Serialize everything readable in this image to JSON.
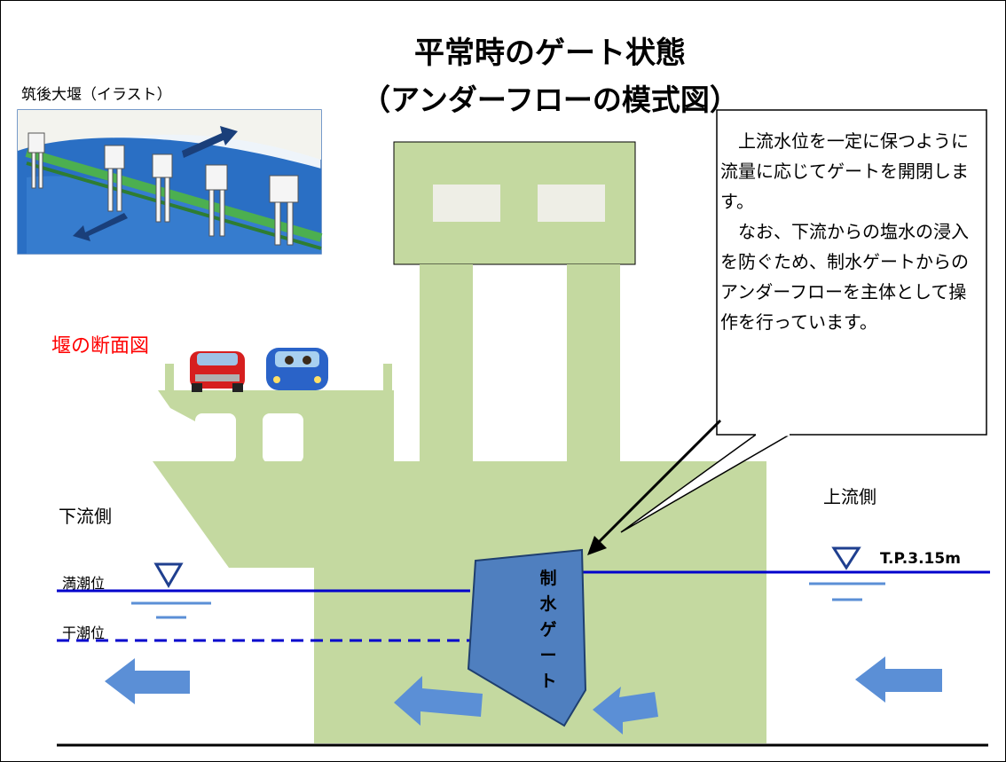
{
  "title_line1": "平常時のゲート状態",
  "title_line2": "（アンダーフローの模式図）",
  "illustration_caption": "筑後大堰（イラスト）",
  "section_label": "堰の断面図",
  "downstream_label": "下流側",
  "upstream_label": "上流側",
  "high_tide_label": "満潮位",
  "low_tide_label": "干潮位",
  "water_level_label": "T.P.3.15m",
  "gate_chars": [
    "制",
    "水",
    "ゲ",
    "ー",
    "ト"
  ],
  "callout_paragraph1": "上流水位を一定に保つように流量に応じてゲートを開閉します。",
  "callout_paragraph2": "なお、下流からの塩水の浸入を防ぐため、制水ゲートからのアンダーフローを主体として操作を行っています。",
  "colors": {
    "structure": "#c4d9a0",
    "water_line": "#0000cc",
    "gate": "#4f7fbf",
    "arrow": "#5b8fd6",
    "section_label": "#ff0000"
  }
}
